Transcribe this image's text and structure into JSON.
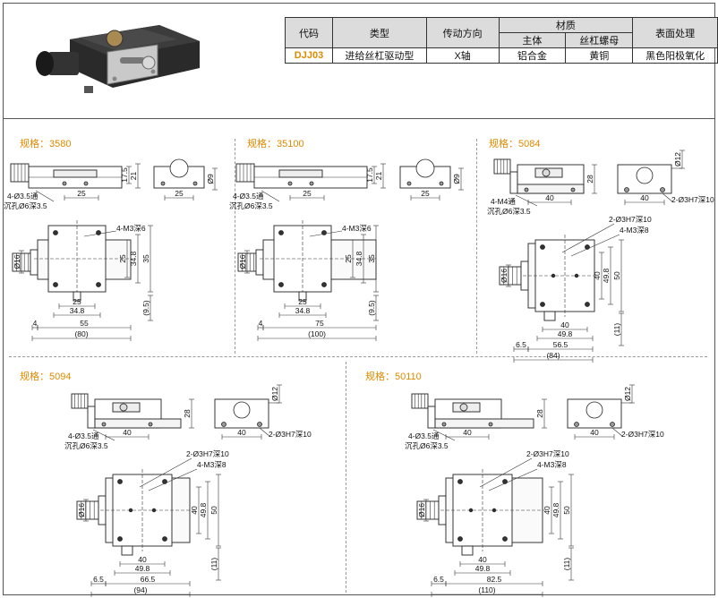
{
  "table": {
    "headers": {
      "code": "代码",
      "type": "类型",
      "direction": "传动方向",
      "material": "材质",
      "material_body": "主体",
      "material_nut": "丝杠螺母",
      "surface": "表面处理"
    },
    "row": {
      "code": "DJJ03",
      "type": "进给丝杠驱动型",
      "direction": "X轴",
      "body": "铝合金",
      "nut": "黄铜",
      "surface": "黑色阳极氧化"
    }
  },
  "specs": [
    {
      "label": "规格：3580",
      "side": {
        "dim_a": "25",
        "dim_h1": "17.5",
        "dim_h2": "21",
        "hole_note": "4-Ø3.5通",
        "counterbore_note": "沉孔Ø6深3.5"
      },
      "end": {
        "dim_w": "25",
        "dim_h": "Ø9"
      },
      "top": {
        "thread_note": "4-M3深6",
        "dim_shaft": "Ø16",
        "dim_25": "25",
        "dim_34_8": "34.8",
        "dim_35": "35",
        "dim_b25": "25",
        "dim_b34_8": "34.8",
        "dim_9_5": "(9.5)",
        "dim_4": "4",
        "dim_55": "55",
        "dim_total": "(80)"
      }
    },
    {
      "label": "规格：35100",
      "side": {
        "dim_a": "25",
        "dim_h1": "17.5",
        "dim_h2": "21",
        "hole_note": "4-Ø3.5通",
        "counterbore_note": "沉孔Ø6深3.5"
      },
      "end": {
        "dim_w": "25",
        "dim_h": "Ø9"
      },
      "top": {
        "thread_note": "4-M3深6",
        "dim_shaft": "Ø16",
        "dim_25": "25",
        "dim_34_8": "34.8",
        "dim_35": "35",
        "dim_b25": "25",
        "dim_b34_8": "34.8",
        "dim_9_5": "(9.5)",
        "dim_4": "4",
        "dim_55": "75",
        "dim_total": "(100)"
      }
    },
    {
      "label": "规格：5084",
      "side": {
        "dim_a": "40",
        "dim_h": "28",
        "hole_note": "4-M4通",
        "counterbore_note": "沉孔Ø6深3.5"
      },
      "end": {
        "dim_w": "40",
        "dim_phi": "Ø12",
        "pin_note": "2-Ø3H7深10"
      },
      "top": {
        "pin_note": "2-Ø3H7深10",
        "thread_note": "4-M3深8",
        "dim_shaft": "Ø16",
        "dim_40v": "40",
        "dim_49_8v": "49.8",
        "dim_50": "50",
        "dim_40": "40",
        "dim_49_8": "49.8",
        "dim_56_5": "56.5",
        "dim_6_5": "6.5",
        "dim_11": "(11)",
        "dim_total": "(84)"
      }
    },
    {
      "label": "规格：5094",
      "side": {
        "dim_a": "40",
        "dim_h": "28",
        "hole_note": "4-Ø3.5通",
        "counterbore_note": "沉孔Ø6深3.5"
      },
      "end": {
        "dim_w": "40",
        "dim_phi": "Ø12",
        "pin_note": "2-Ø3H7深10"
      },
      "top": {
        "pin_note": "2-Ø3H7深10",
        "thread_note": "4-M3深8",
        "dim_shaft": "Ø16",
        "dim_40v": "40",
        "dim_49_8v": "49.8",
        "dim_50": "50",
        "dim_40": "40",
        "dim_49_8": "49.8",
        "dim_56_5": "66.5",
        "dim_6_5": "6.5",
        "dim_11": "(11)",
        "dim_total": "(94)"
      }
    },
    {
      "label": "规格：50110",
      "side": {
        "dim_a": "40",
        "dim_h": "28",
        "hole_note": "4-Ø3.5通",
        "counterbore_note": "沉孔Ø6深3.5"
      },
      "end": {
        "dim_w": "40",
        "dim_phi": "Ø12",
        "pin_note": "2-Ø3H7深10"
      },
      "top": {
        "pin_note": "2-Ø3H7深10",
        "thread_note": "4-M3深8",
        "dim_shaft": "Ø16",
        "dim_40v": "40",
        "dim_49_8v": "49.8",
        "dim_50": "50",
        "dim_40": "40",
        "dim_49_8": "49.8",
        "dim_56_5": "82.5",
        "dim_6_5": "6.5",
        "dim_11": "(11)",
        "dim_total": "(110)"
      }
    }
  ],
  "colors": {
    "accent": "#e08a00",
    "line": "#222222",
    "dim": "#333333",
    "metal": "#bdbdbd",
    "dark": "#3a3a3a",
    "header_bg": "#dcdcdc"
  }
}
